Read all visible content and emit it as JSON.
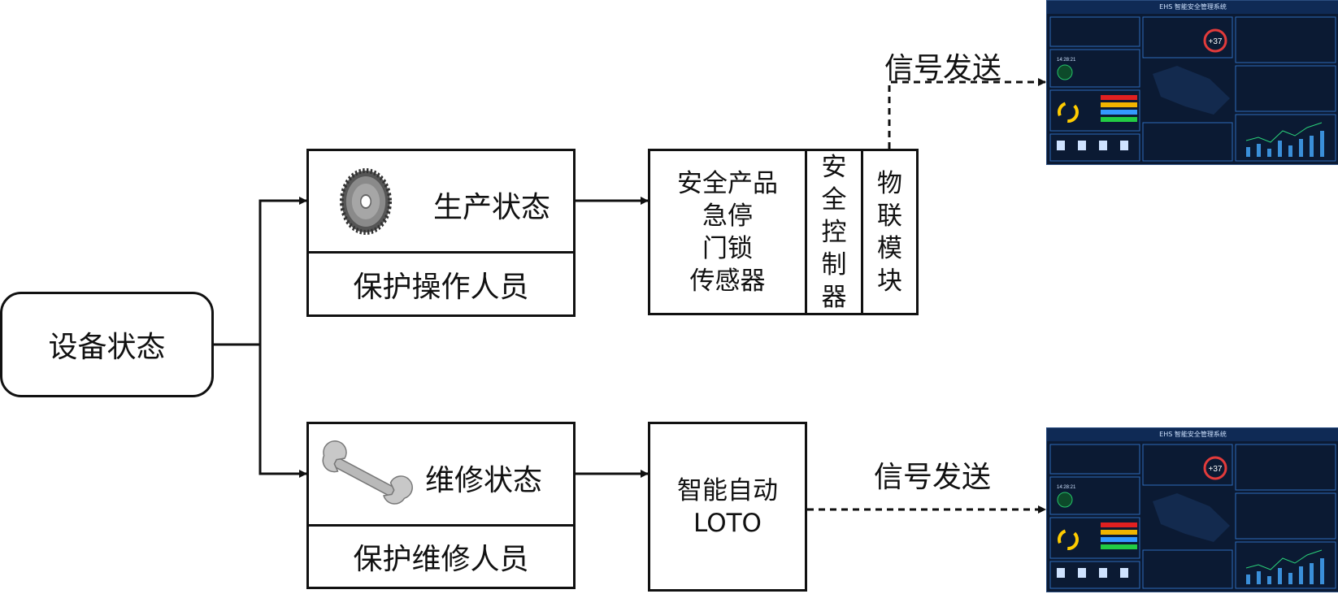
{
  "nodes": {
    "equipment_state": "设备状态",
    "production_state": "生产状态",
    "protect_operators": "保护操作人员",
    "safety_products": [
      "安全产品",
      "急停",
      "门锁",
      "传感器"
    ],
    "safety_controller": "安全控制器",
    "iot_module": "物联模块",
    "maintenance_state": "维修状态",
    "protect_maintenance": "保护维修人员",
    "smart_loto": [
      "智能自动",
      "LOTO"
    ]
  },
  "edges": {
    "signal_top": "信号发送",
    "signal_bottom": "信号发送"
  },
  "dashboard": {
    "title": "EHS 智能安全管理系统",
    "badge": "+37",
    "time": "14:28:21"
  },
  "icons": {
    "production": "gear-icon",
    "maintenance": "wrench-icon"
  }
}
